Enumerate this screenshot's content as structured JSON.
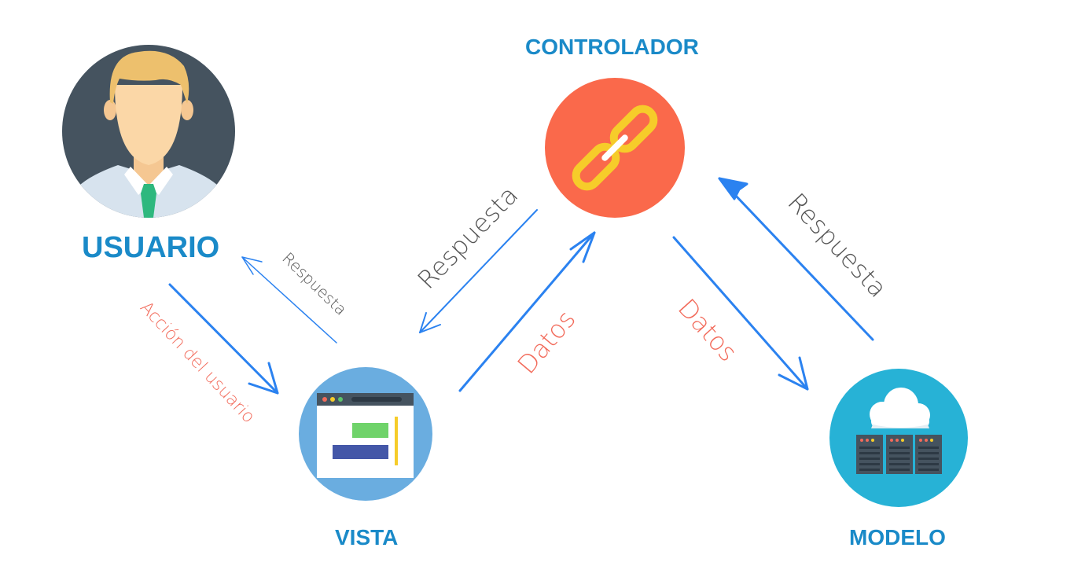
{
  "nodes": {
    "usuario": {
      "label": "USUARIO"
    },
    "controlador": {
      "label": "CONTROLADOR"
    },
    "vista": {
      "label": "VISTA"
    },
    "modelo": {
      "label": "MODELO"
    }
  },
  "edges": {
    "usuario_to_vista": {
      "label": "Acción del usuario"
    },
    "vista_to_usuario": {
      "label": "Respuesta"
    },
    "controlador_to_vista": {
      "label": "Respuesta"
    },
    "vista_to_controlador": {
      "label": "Datos"
    },
    "controlador_to_modelo": {
      "label": "Datos"
    },
    "modelo_to_controlador": {
      "label": "Respuesta"
    }
  },
  "icons": {
    "usuario": "user-avatar-icon",
    "controlador": "chain-link-icon",
    "vista": "browser-window-icon",
    "modelo": "cloud-server-icon"
  },
  "colors": {
    "node_label": "#1a8ac8",
    "arrow": "#2b82f0",
    "label_red": "#f26b5b",
    "label_gray": "#555555",
    "usuario_bg": "#45535f",
    "controlador_bg": "#fa694b",
    "chain": "#f6cc2a",
    "vista_bg": "#6aade0",
    "modelo_bg": "#27b2d6"
  }
}
